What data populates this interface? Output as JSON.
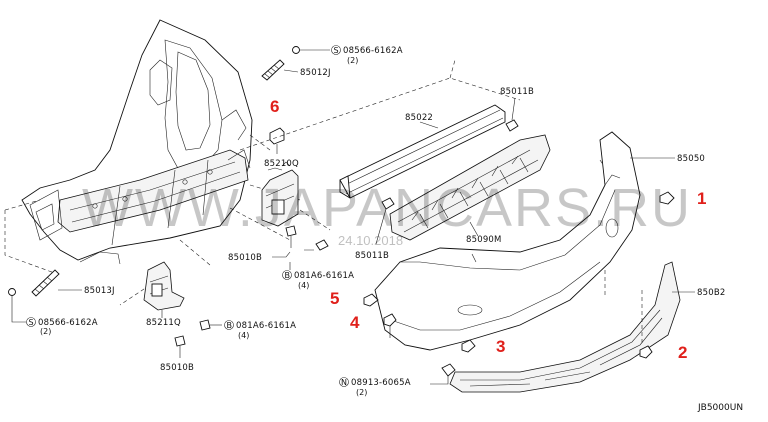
{
  "watermark": "WWW.JAPANCARS.RU",
  "date_stamp": "24.10.2018",
  "diagram_code": "JB5000UN",
  "part_labels": {
    "p85012J": "85012J",
    "p85013J": "85013J",
    "p85011B_top": "85011B",
    "p85011B_bot": "85011B",
    "p85022": "85022",
    "p85050": "85050",
    "p85090M": "85090M",
    "p850B2": "850B2",
    "p85210Q": "85210Q",
    "p85211Q": "85211Q",
    "p85010B_a": "85010B",
    "p85010B_b": "85010B"
  },
  "fasteners": {
    "f_top": {
      "mark": "S",
      "code": "08566-6162A",
      "qty": "(2)"
    },
    "f_left": {
      "mark": "S",
      "code": "08566-6162A",
      "qty": "(2)"
    },
    "f_mid": {
      "mark": "B",
      "code": "081A6-6161A",
      "qty": "(4)"
    },
    "f_low": {
      "mark": "B",
      "code": "081A6-6161A",
      "qty": "(4)"
    },
    "f_bottom": {
      "mark": "N",
      "code": "08913-6065A",
      "qty": "(2)"
    }
  },
  "callouts": {
    "c1": "1",
    "c2": "2",
    "c3": "3",
    "c4": "4",
    "c5": "5",
    "c6": "6"
  },
  "colors": {
    "callout": "#e0201b",
    "line": "#111111"
  }
}
